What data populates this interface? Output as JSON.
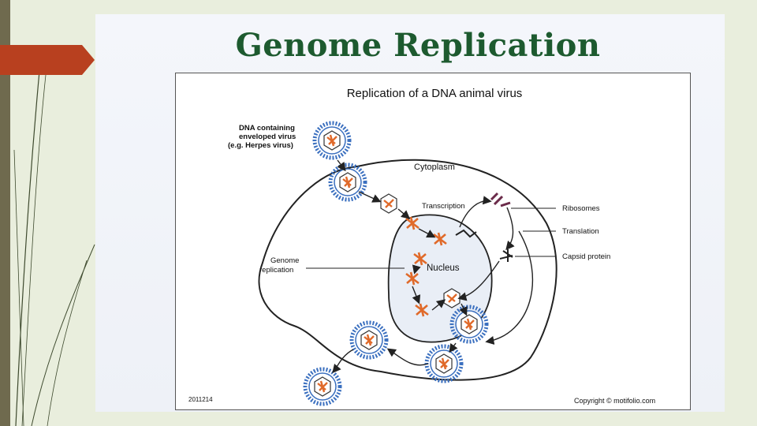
{
  "slide": {
    "title": "Genome Replication"
  },
  "figure": {
    "heading": "Replication of a DNA animal virus",
    "labels": {
      "virus_line1": "DNA containing",
      "virus_line2": "enveloped virus",
      "virus_line3": "(e.g. Herpes virus)",
      "cytoplasm": "Cytoplasm",
      "transcription": "Transcription",
      "ribosomes": "Ribosomes",
      "translation": "Translation",
      "capsid_protein": "Capsid protein",
      "genome_line1": "Genome",
      "genome_line2": "replication",
      "nucleus": "Nucleus",
      "figure_id": "2011214",
      "copyright": "Copyright © motifolio.com"
    },
    "colors": {
      "virus_blue": "#3a6fbf",
      "dna_orange": "#e06a2a",
      "nucleus_fill": "#e9eef6"
    }
  }
}
